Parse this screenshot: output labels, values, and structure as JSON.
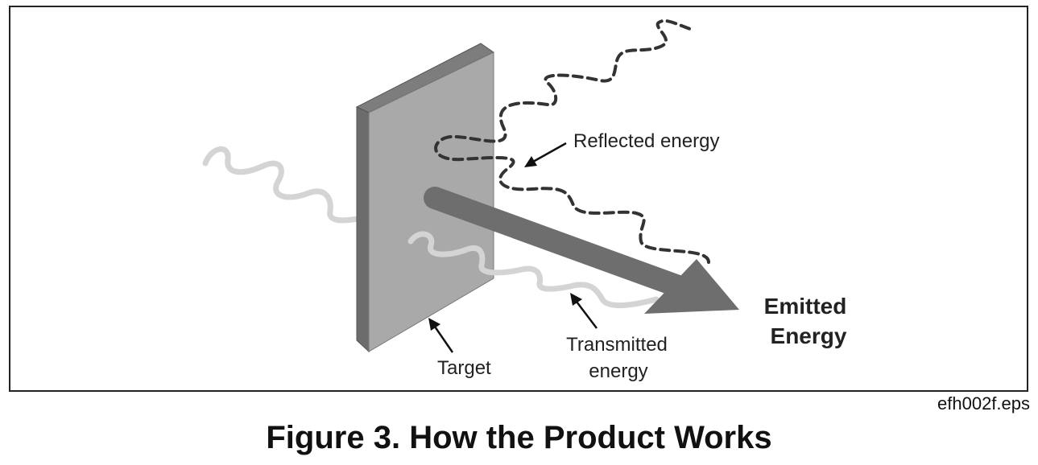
{
  "labels": {
    "reflected": "Reflected energy",
    "target": "Target",
    "transmitted_line1": "Transmitted",
    "transmitted_line2": "energy",
    "emitted_line1": "Emitted",
    "emitted_line2": "Energy"
  },
  "file_name": "efh002f.eps",
  "caption": "Figure 3. How the Product Works",
  "colors": {
    "target_front": "#a9a9a9",
    "target_top": "#7d7d7d",
    "target_side": "#6c6c6c",
    "emitted_arrow": "#6e6e6e",
    "transmitted_wave": "#d4d4d4",
    "reflected_wave": "#333333"
  }
}
